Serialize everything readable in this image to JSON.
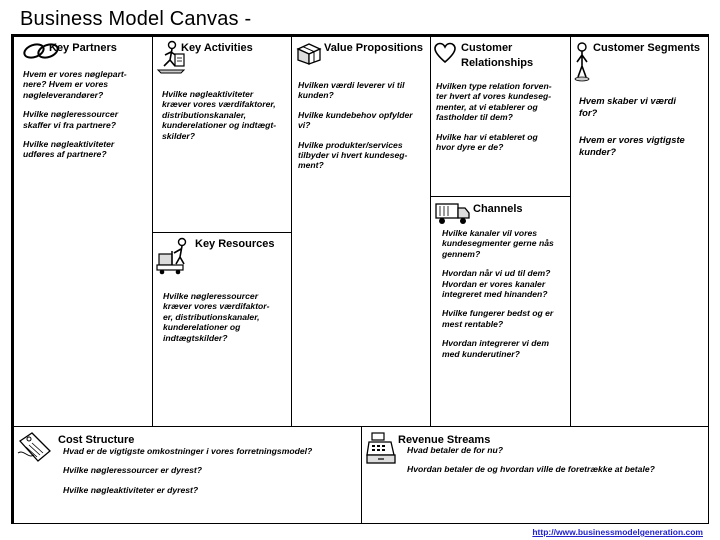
{
  "title": "Business Model Canvas -",
  "blocks": {
    "key_partners": {
      "title": "Key Partners",
      "questions": [
        "Hvem er vores nøglepart-\nnere? Hvem er vores\nnøgleleverandører?",
        "Hvilke nøgleressourcer\nskaffer vi fra partnere?",
        "Hvilke nøgleaktiviteter\nudføres af partnere?"
      ]
    },
    "key_activities": {
      "title": "Key Activities",
      "questions": [
        "Hvilke nøgleaktiviteter\nkræver vores værdifaktorer,\ndistributionskanaler,\nkunderelationer og indtægt-\nskilder?"
      ]
    },
    "key_resources": {
      "title": "Key Resources",
      "questions": [
        "Hvilke nøgleressourcer\nkræver vores værdifaktor-\ner, distributionskanaler,\nkunderelationer og\nindtægtskilder?"
      ]
    },
    "value_propositions": {
      "title": "Value Propositions",
      "questions": [
        "Hvilken værdi leverer vi til\nkunden?",
        "Hvilke kundebehov opfylder\nvi?",
        "Hvilke produkter/services\ntilbyder vi hvert kundeseg-\nment?"
      ]
    },
    "customer_relationships": {
      "title_line1": "Customer",
      "title_line2": "Relationships",
      "questions": [
        "Hvilken type relation forven-\nter hvert af vores kundeseg-\nmenter, at vi etablerer og\nfastholder til dem?",
        "Hvilke har vi etableret og\nhvor dyre er de?"
      ]
    },
    "channels": {
      "title": "Channels",
      "questions": [
        "Hvilke kanaler vil vores\nkundesegmenter gerne nås\ngennem?",
        "Hvordan når vi ud til dem?\nHvordan er vores kanaler\nintegreret med hinanden?",
        "Hvilke fungerer bedst og er\nmest rentable?",
        "Hvordan integrerer vi dem\nmed kunderutiner?"
      ]
    },
    "customer_segments": {
      "title": "Customer Segments",
      "questions": [
        "Hvem skaber vi værdi\nfor?",
        "Hvem er vores vigtigste\nkunder?"
      ]
    },
    "cost_structure": {
      "title": "Cost Structure",
      "questions": [
        "Hvad er de vigtigste omkostninger i vores forretningsmodel?",
        "Hvilke nøgleressourcer er dyrest?",
        "Hvilke nøgleaktiviteter er dyrest?"
      ]
    },
    "revenue_streams": {
      "title": "Revenue Streams",
      "questions": [
        "Hvad betaler de for nu?",
        "Hvordan betaler de og hvordan ville de foretrække at betale?"
      ]
    }
  },
  "icons": {
    "key_partners": "chain-link-icon",
    "key_activities": "worker-checklist-icon",
    "key_resources": "worker-forklift-icon",
    "value_propositions": "gift-box-icon",
    "customer_relationships": "heart-icon",
    "channels": "delivery-truck-icon",
    "customer_segments": "person-icon",
    "cost_structure": "price-tag-icon",
    "revenue_streams": "cash-register-icon"
  },
  "footer": {
    "link_text": "http://www.businessmodelgeneration.com"
  }
}
